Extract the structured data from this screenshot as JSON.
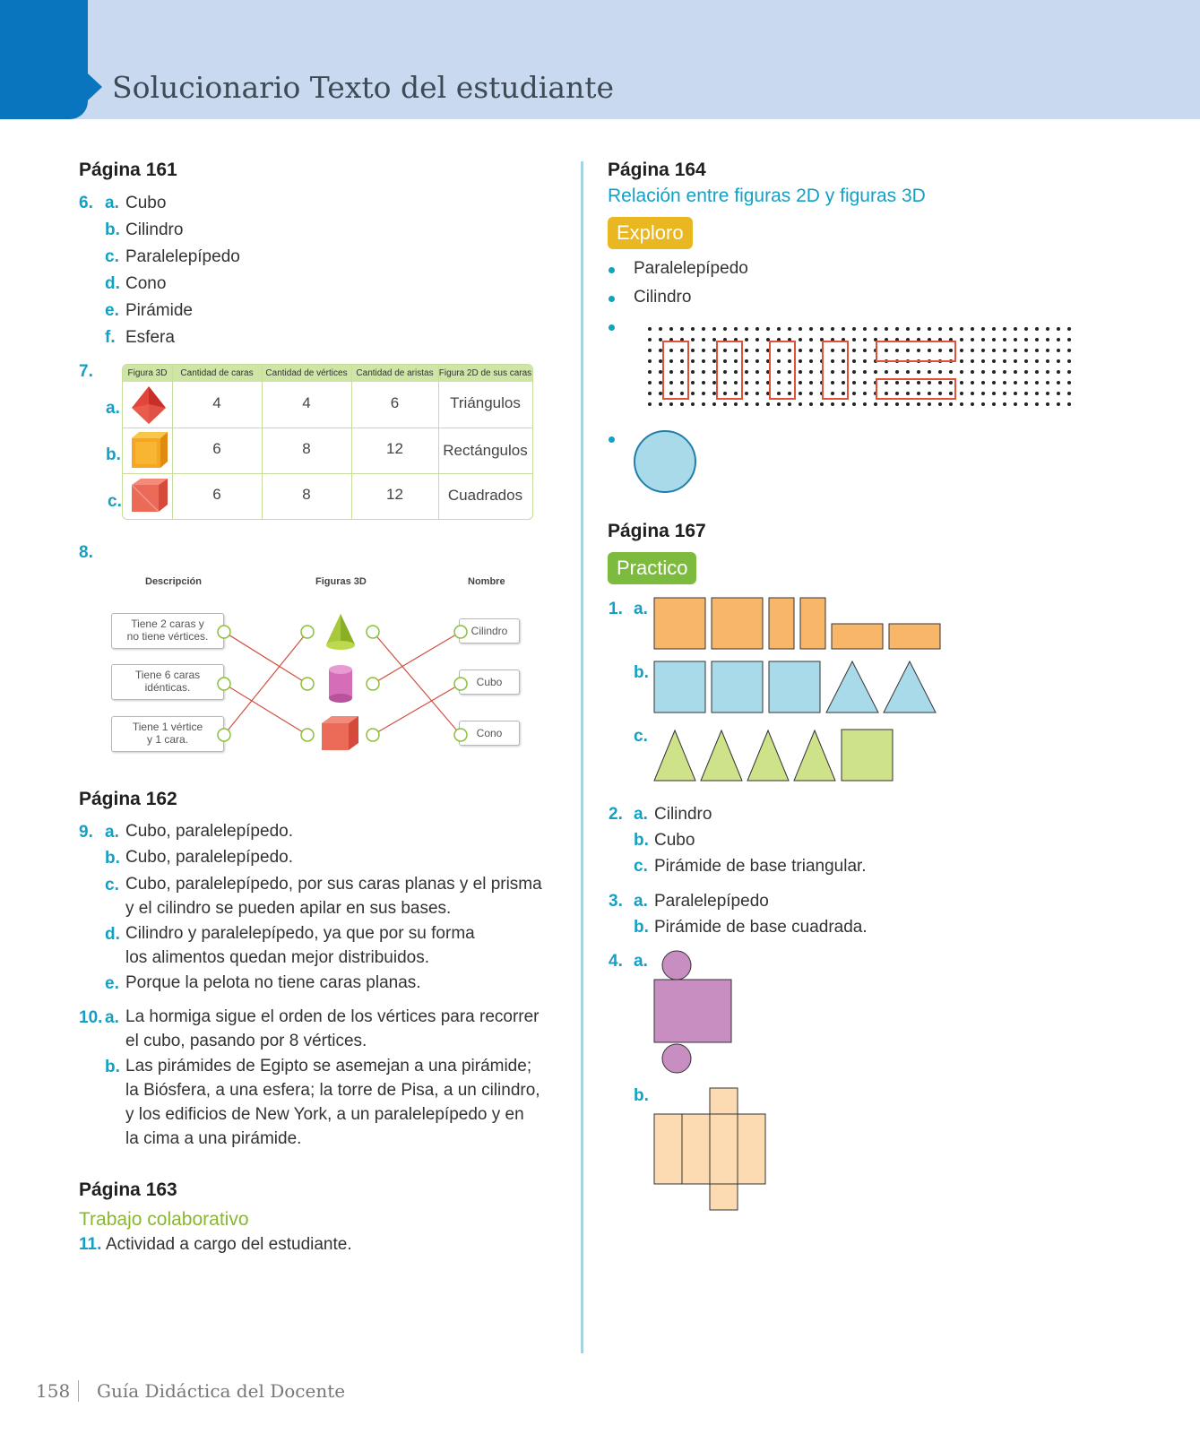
{
  "header": {
    "title": "Solucionario Texto del estudiante"
  },
  "left": {
    "p161": {
      "heading": "Página 161",
      "q6": {
        "num": "6.",
        "items": [
          {
            "letter": "a.",
            "text": "Cubo"
          },
          {
            "letter": "b.",
            "text": "Cilindro"
          },
          {
            "letter": "c.",
            "text": "Paralelepípedo"
          },
          {
            "letter": "d.",
            "text": "Cono"
          },
          {
            "letter": "e.",
            "text": "Pirámide"
          },
          {
            "letter": "f.",
            "text": "Esfera"
          }
        ]
      },
      "q7": {
        "num": "7.",
        "headers": [
          "Figura 3D",
          "Cantidad de caras",
          "Cantidad de vértices",
          "Cantidad de aristas",
          "Figura 2D de sus caras"
        ],
        "rows": [
          {
            "letter": "a.",
            "caras": "4",
            "vertices": "4",
            "aristas": "6",
            "figura2d": "Triángulos",
            "icon": "pyramid-icon"
          },
          {
            "letter": "b.",
            "caras": "6",
            "vertices": "8",
            "aristas": "12",
            "figura2d": "Rectángulos",
            "icon": "cube-yellow-icon"
          },
          {
            "letter": "c.",
            "caras": "6",
            "vertices": "8",
            "aristas": "12",
            "figura2d": "Cuadrados",
            "icon": "cube-red-icon"
          }
        ]
      },
      "q8": {
        "num": "8.",
        "col_desc": "Descripción",
        "col_fig": "Figuras 3D",
        "col_name": "Nombre",
        "descriptions": [
          {
            "line1": "Tiene 2 caras y",
            "line2": "no tiene vértices."
          },
          {
            "line1": "Tiene 6 caras",
            "line2": "idénticas."
          },
          {
            "line1": "Tiene 1 vértice",
            "line2": "y 1 cara."
          }
        ],
        "names": [
          "Cilindro",
          "Cubo",
          "Cono"
        ]
      }
    },
    "p162": {
      "heading": "Página 162",
      "q9": {
        "num": "9.",
        "items": [
          {
            "letter": "a.",
            "lines": [
              "Cubo, paralelepípedo."
            ]
          },
          {
            "letter": "b.",
            "lines": [
              "Cubo, paralelepípedo."
            ]
          },
          {
            "letter": "c.",
            "lines": [
              "Cubo, paralelepípedo, por sus caras planas y el prisma",
              "y el cilindro se pueden apilar en sus bases."
            ]
          },
          {
            "letter": "d.",
            "lines": [
              "Cilindro y paralelepípedo, ya que por su forma",
              "los alimentos quedan mejor distribuidos."
            ]
          },
          {
            "letter": "e.",
            "lines": [
              "Porque la pelota no tiene caras planas."
            ]
          }
        ]
      },
      "q10": {
        "num": "10.",
        "items": [
          {
            "letter": "a.",
            "lines": [
              "La hormiga sigue el orden de los vértices para recorrer",
              "el cubo, pasando por 8 vértices."
            ]
          },
          {
            "letter": "b.",
            "lines": [
              "Las pirámides de Egipto se asemejan a una pirámide;",
              "la Biósfera, a una esfera; la torre de Pisa, a un cilindro,",
              "y los edificios de New York, a un paralelepípedo y en",
              "la cima a una pirámide."
            ]
          }
        ]
      }
    },
    "p163": {
      "heading": "Página 163",
      "subtitle": "Trabajo colaborativo",
      "q11": {
        "num": "11.",
        "text": "Actividad a cargo del estudiante."
      }
    }
  },
  "right": {
    "p164": {
      "heading": "Página 164",
      "subtitle": "Relación entre figuras 2D y figuras 3D",
      "tag": "Exploro",
      "bullets": [
        "Paralelepípedo",
        "Cilindro"
      ]
    },
    "p167": {
      "heading": "Página 167",
      "tag": "Practico",
      "q1": {
        "num": "1.",
        "letters": [
          "a.",
          "b.",
          "c."
        ]
      },
      "q2": {
        "num": "2.",
        "items": [
          {
            "letter": "a.",
            "text": "Cilindro"
          },
          {
            "letter": "b.",
            "text": "Cubo"
          },
          {
            "letter": "c.",
            "text": "Pirámide de base triangular."
          }
        ]
      },
      "q3": {
        "num": "3.",
        "items": [
          {
            "letter": "a.",
            "text": "Paralelepípedo"
          },
          {
            "letter": "b.",
            "text": "Pirámide de base cuadrada."
          }
        ]
      },
      "q4": {
        "num": "4.",
        "letters": [
          "a.",
          "b."
        ]
      }
    }
  },
  "footer": {
    "page_number": "158",
    "guide": "Guía Didáctica del Docente"
  },
  "colors": {
    "accent_blue": "#13a0c4",
    "banner": "#c9daf0",
    "banner_tab": "#0a75bf",
    "orange_fill": "#f8b768",
    "blue_fill": "#a9daea",
    "green_fill": "#cde289",
    "purple_fill": "#c98ec1",
    "peach_fill": "#fddbb2",
    "net_red": "#e2503a"
  }
}
